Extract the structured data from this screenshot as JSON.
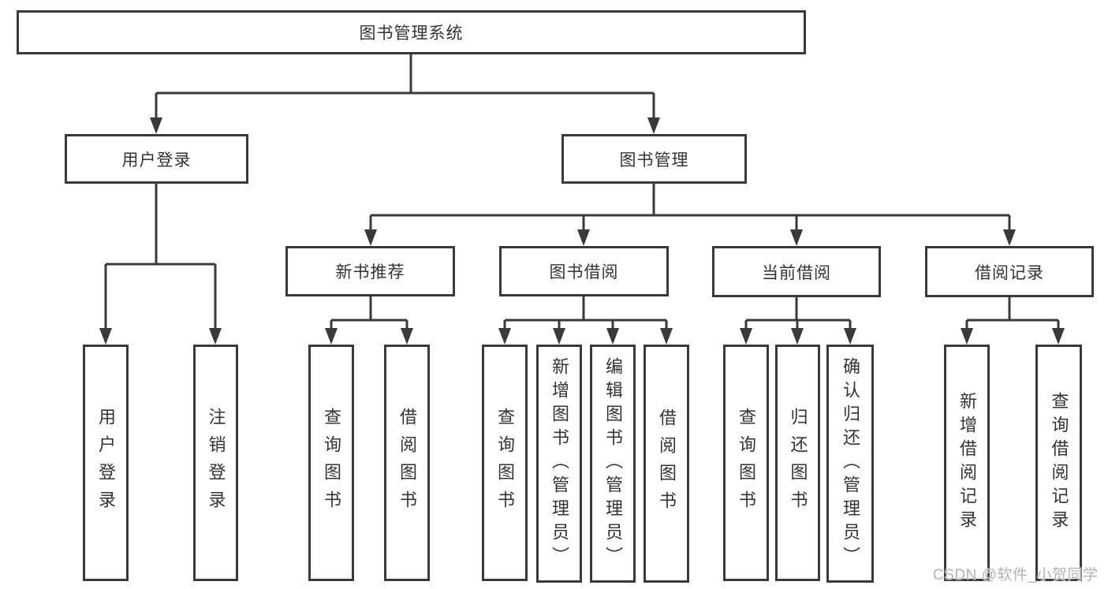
{
  "tree": {
    "label": "图书管理系统",
    "children": [
      {
        "label": "用户登录",
        "children": [
          {
            "label": "用户登录"
          },
          {
            "label": "注销登录"
          }
        ]
      },
      {
        "label": "图书管理",
        "children": [
          {
            "label": "新书推荐",
            "children": [
              {
                "label": "查询图书"
              },
              {
                "label": "借阅图书"
              }
            ]
          },
          {
            "label": "图书借阅",
            "children": [
              {
                "label": "查询图书"
              },
              {
                "label": "新增图书（管理员）"
              },
              {
                "label": "编辑图书（管理员）"
              },
              {
                "label": "借阅图书"
              }
            ]
          },
          {
            "label": "当前借阅",
            "children": [
              {
                "label": "查询图书"
              },
              {
                "label": "归还图书"
              },
              {
                "label": "确认归还（管理员）"
              }
            ]
          },
          {
            "label": "借阅记录",
            "children": [
              {
                "label": "新增借阅记录"
              },
              {
                "label": "查询借阅记录"
              }
            ]
          }
        ]
      }
    ]
  },
  "watermark": "CSDN @软件_小贺同学",
  "colors": {
    "line": "#3a3a3a",
    "text": "#333333",
    "background": "#ffffff",
    "watermark": "#b3b3b3"
  }
}
